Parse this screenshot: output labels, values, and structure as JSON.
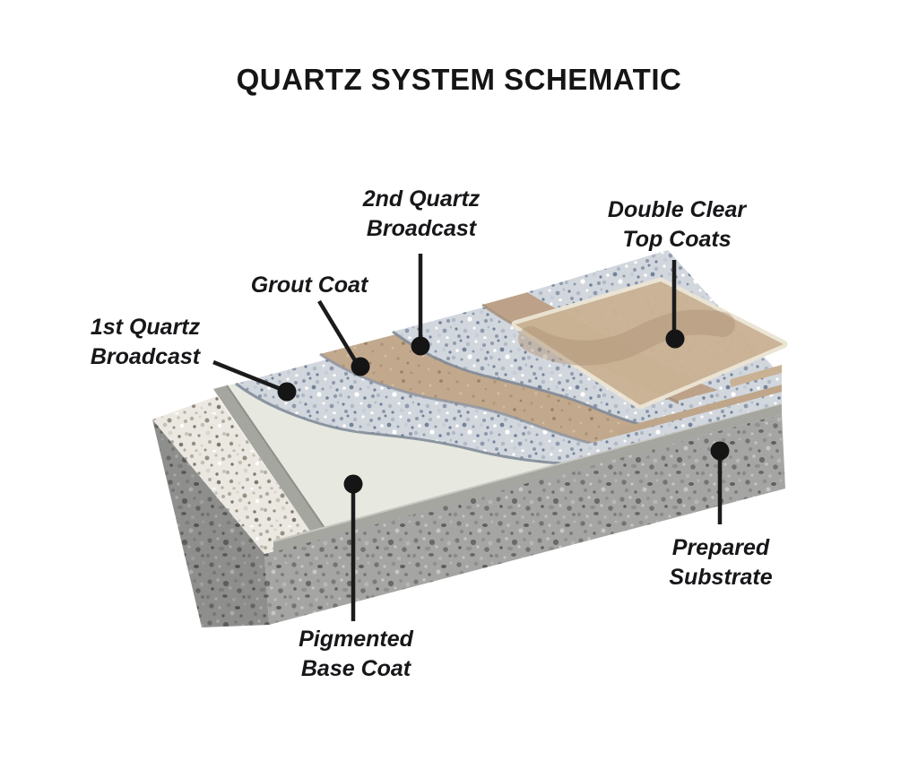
{
  "title": "QUARTZ SYSTEM SCHEMATIC",
  "labels": {
    "second_quartz_broadcast": {
      "line1": "2nd Quartz",
      "line2": "Broadcast"
    },
    "double_clear_top_coats": {
      "line1": "Double Clear",
      "line2": "Top Coats"
    },
    "grout_coat": {
      "line1": "Grout Coat"
    },
    "first_quartz_broadcast": {
      "line1": "1st Quartz",
      "line2": "Broadcast"
    },
    "prepared_substrate": {
      "line1": "Prepared",
      "line2": "Substrate"
    },
    "pigmented_base_coat": {
      "line1": "Pigmented",
      "line2": "Base Coat"
    }
  },
  "layers": [
    {
      "name": "Double Clear Top Coats",
      "color": "#cab294"
    },
    {
      "name": "2nd Quartz Broadcast",
      "color": "#d2d7de"
    },
    {
      "name": "Grout Coat",
      "color": "#c2a98d"
    },
    {
      "name": "1st Quartz Broadcast",
      "color": "#d2d7de"
    },
    {
      "name": "Pigmented Base Coat",
      "color": "#e7e9e0"
    },
    {
      "name": "Prepared Substrate",
      "color": "#a5a5a3"
    }
  ],
  "colors": {
    "background": "#ffffff",
    "title_text": "#151515",
    "label_text": "#17171a",
    "leader_line": "#1b1b1b",
    "concrete": "#a5a5a3",
    "concrete_top": "#ebe8e1",
    "base_coat": "#e7e9e0",
    "base_coat_edge": "#a5a69f",
    "quartz": "#d2d7de",
    "grout": "#c2a98d",
    "top_coat": "#cab294",
    "top_coat_rim": "#ece5d4"
  }
}
